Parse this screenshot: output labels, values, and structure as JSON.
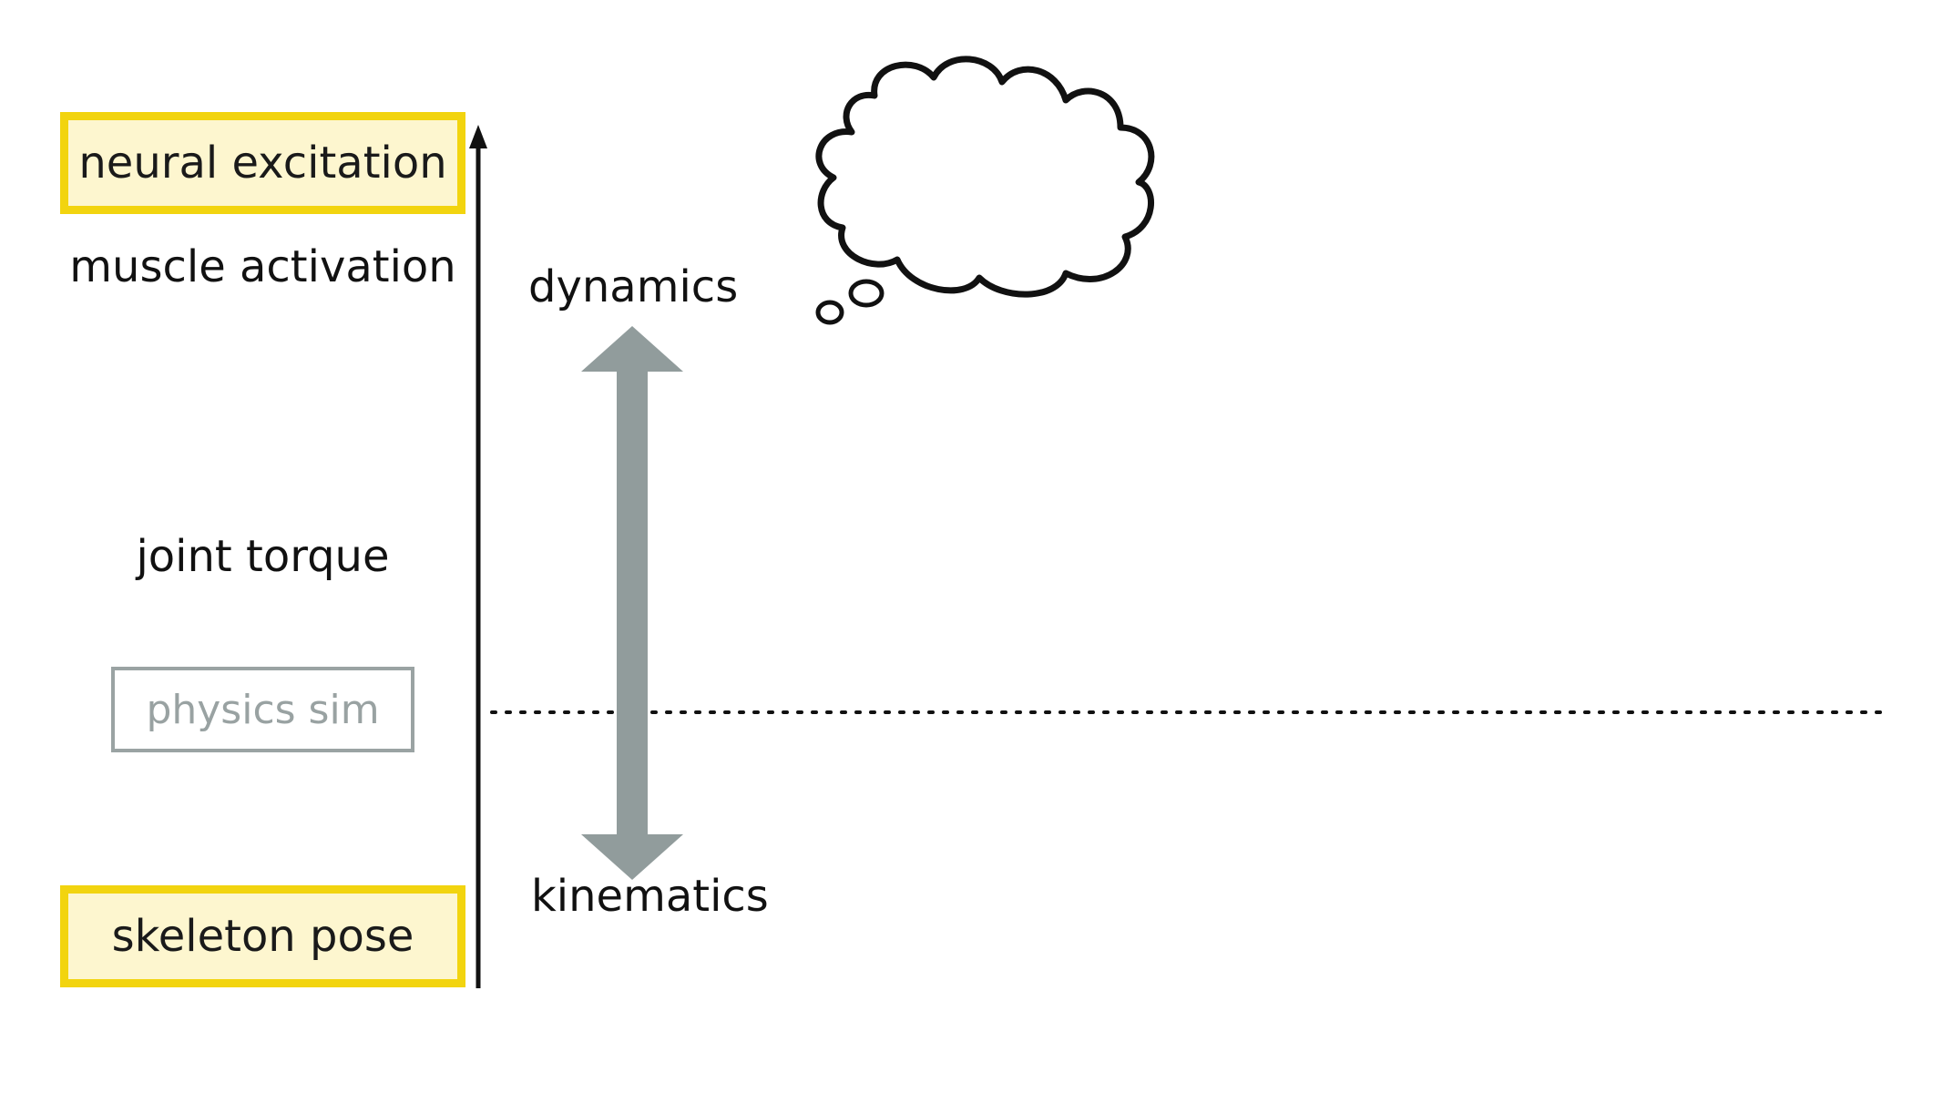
{
  "levels": {
    "neural_excitation": "neural excitation",
    "muscle_activation": "muscle activation",
    "joint_torque": "joint torque",
    "physics_sim": "physics sim",
    "skeleton_pose": "skeleton pose"
  },
  "arrow_labels": {
    "top": "dynamics",
    "bottom": "kinematics"
  },
  "colors": {
    "highlight_border": "#f2d40f",
    "highlight_fill": "#fdf6cf",
    "double_arrow": "#919c9c",
    "sim_box_border": "#9aa3a3",
    "sim_text": "#99a2a2",
    "axis": "#111111"
  },
  "icons": [
    "thought-bubble-icon",
    "up-arrow-icon",
    "double-arrow-icon"
  ]
}
